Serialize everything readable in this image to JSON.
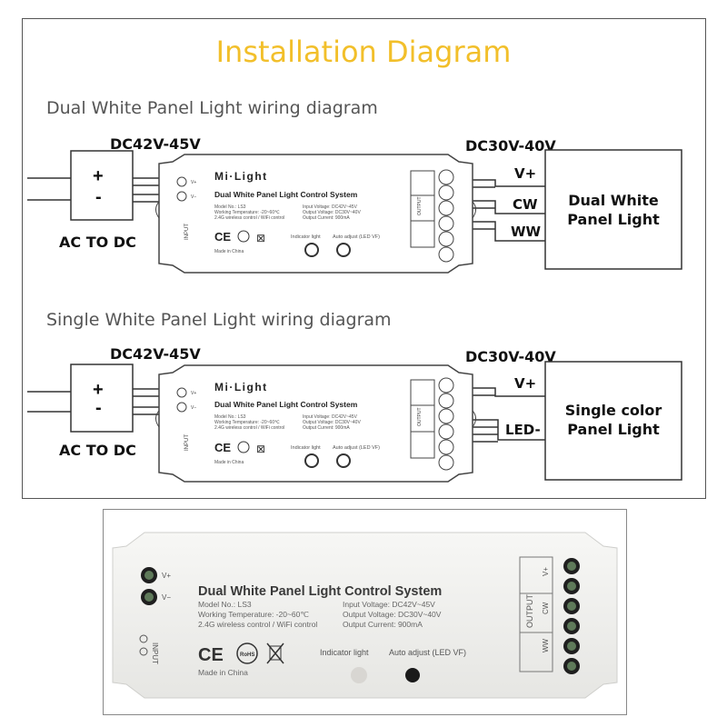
{
  "title": "Installation Diagram",
  "diagrams": [
    {
      "subtitle": "Dual White Panel Light wiring diagram",
      "input_voltage": "DC42V-45V",
      "plus": "+",
      "minus": "-",
      "ac_label": "AC TO DC",
      "output_voltage": "DC30V-40V",
      "wires": [
        "V+",
        "CW",
        "WW"
      ],
      "panel_line1": "Dual White",
      "panel_line2": "Panel Light"
    },
    {
      "subtitle": "Single White Panel Light wiring diagram",
      "input_voltage": "DC42V-45V",
      "plus": "+",
      "minus": "-",
      "ac_label": "AC TO DC",
      "output_voltage": "DC30V-40V",
      "wires": [
        "V+",
        "LED-"
      ],
      "panel_line1": "Single color",
      "panel_line2": "Panel Light"
    }
  ],
  "controller": {
    "brand": "Mi·Light",
    "name": "Dual White Panel Light Control System",
    "model": "Model No.: LS3",
    "temp": "Working Temperature: -20~60℃",
    "wireless": "2.4G wireless control / WiFi control",
    "in_voltage": "Input Voltage: DC42V~45V",
    "out_voltage": "Output Voltage: DC30V~40V",
    "out_current": "Output Current: 900mA",
    "made_in": "Made in China",
    "indicator": "Indicator light",
    "auto_adjust": "Auto adjust (LED VF)",
    "vplus": "V+",
    "vminus": "V−",
    "input": "INPUT",
    "output": "OUTPUT",
    "out_vplus": "V+",
    "out_cw": "CW",
    "out_ww": "WW",
    "ce": "CE",
    "rohs": "RoHS"
  },
  "colors": {
    "title": "#f2bf2a",
    "case": "#efefed",
    "frame": "#555555"
  }
}
